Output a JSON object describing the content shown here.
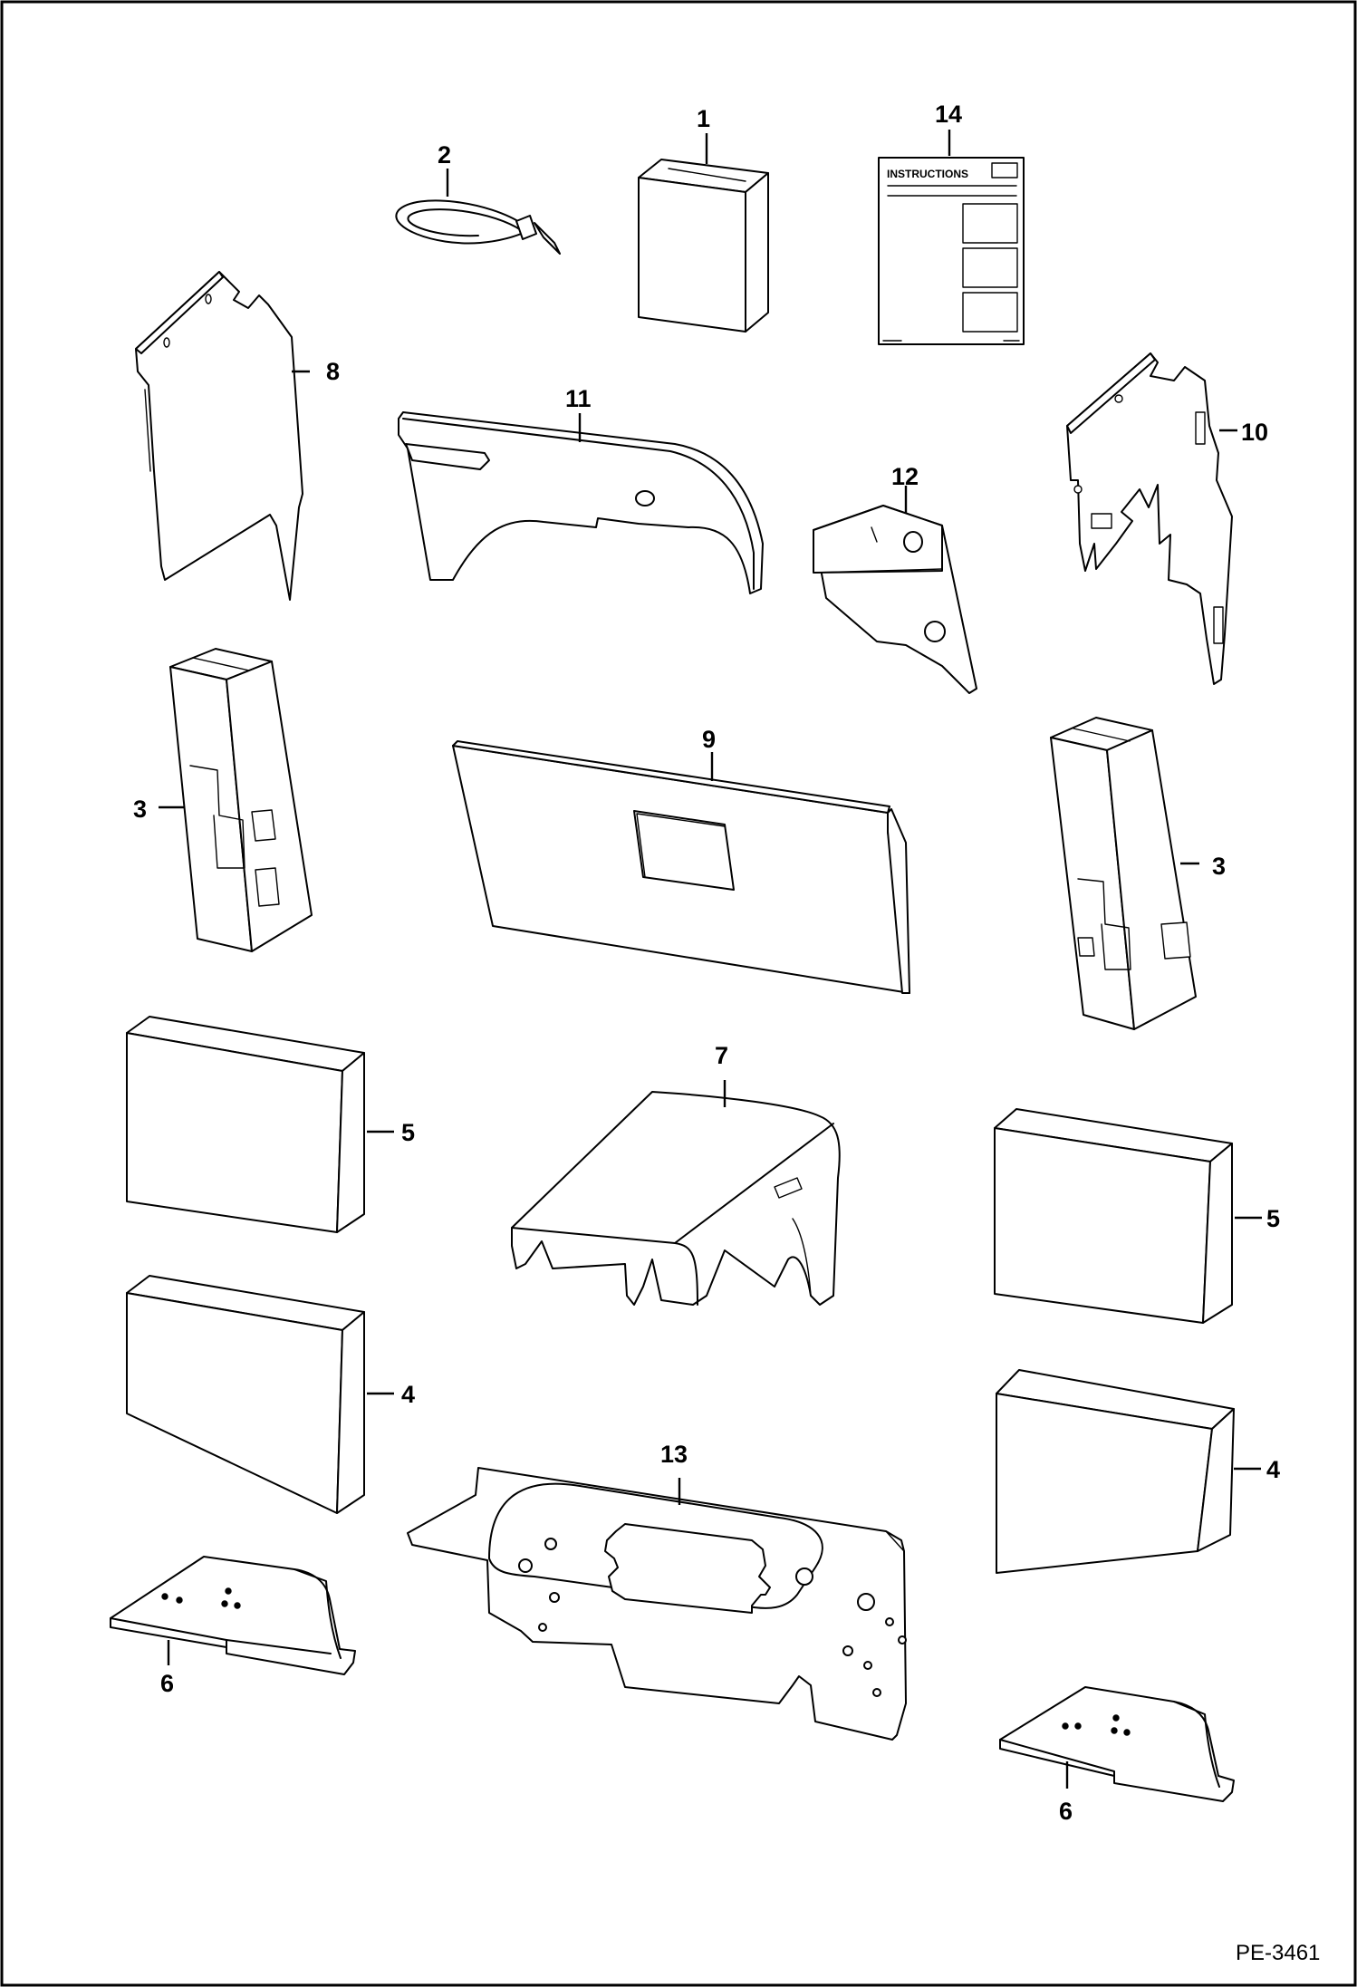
{
  "diagram": {
    "border_color": "#000000",
    "reference": "PE-3461",
    "instruction_sheet_text": "INSTRUCTIONS",
    "parts": [
      {
        "id": "p1",
        "label": "1"
      },
      {
        "id": "p2",
        "label": "2"
      },
      {
        "id": "p3a",
        "label": "3"
      },
      {
        "id": "p3b",
        "label": "3"
      },
      {
        "id": "p4a",
        "label": "4"
      },
      {
        "id": "p4b",
        "label": "4"
      },
      {
        "id": "p5a",
        "label": "5"
      },
      {
        "id": "p5b",
        "label": "5"
      },
      {
        "id": "p6a",
        "label": "6"
      },
      {
        "id": "p6b",
        "label": "6"
      },
      {
        "id": "p7",
        "label": "7"
      },
      {
        "id": "p8",
        "label": "8"
      },
      {
        "id": "p9",
        "label": "9"
      },
      {
        "id": "p10",
        "label": "10"
      },
      {
        "id": "p11",
        "label": "11"
      },
      {
        "id": "p12",
        "label": "12"
      },
      {
        "id": "p13",
        "label": "13"
      },
      {
        "id": "p14",
        "label": "14"
      }
    ]
  }
}
